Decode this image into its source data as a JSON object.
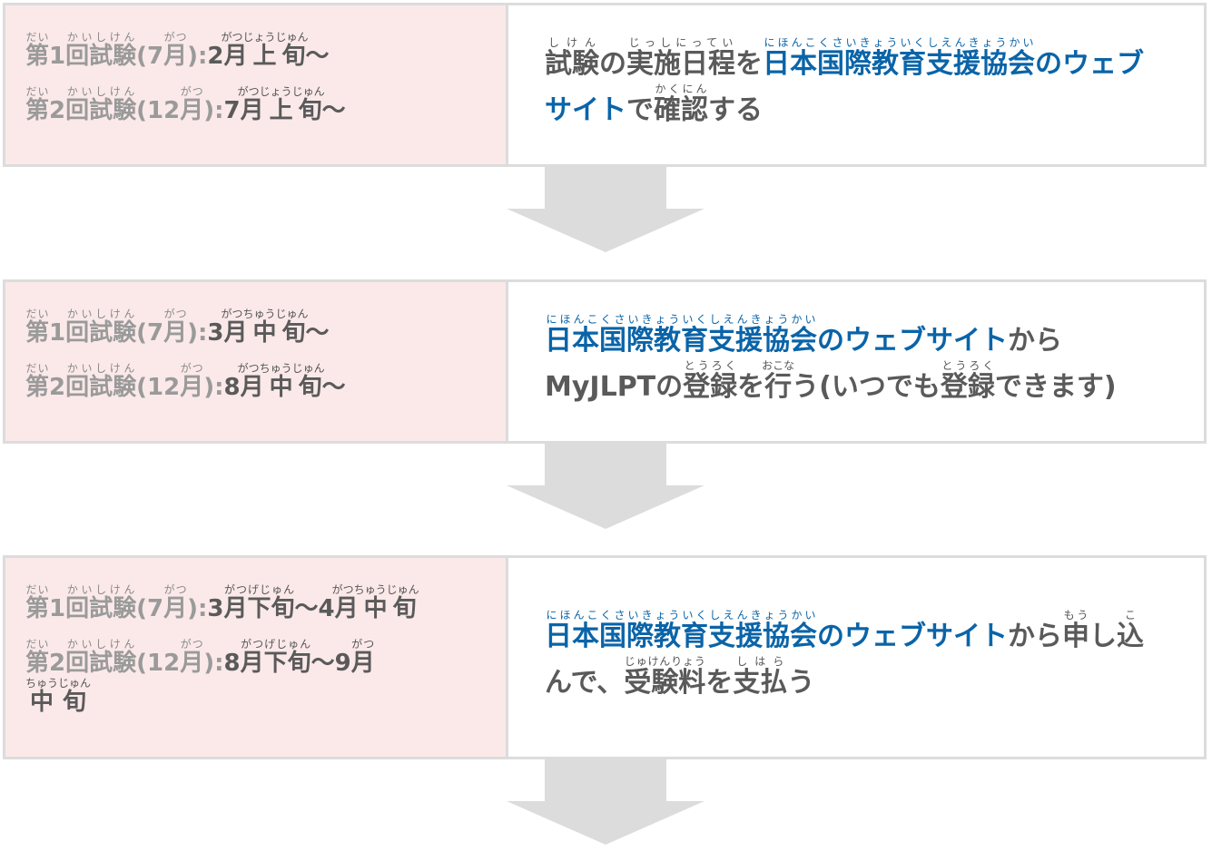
{
  "colors": {
    "left_bg": "#fbe9e9",
    "border": "#dcdcdc",
    "arrow": "#dcdcdc",
    "org_blue": "#0a64a8",
    "text_gray": "#5a5a5a",
    "label_gray": "#9a9a9a"
  },
  "steps": [
    {
      "schedule": [
        {
          "label_parts": [
            [
              "第",
              "だい"
            ],
            [
              "1",
              ""
            ],
            [
              "回試験",
              "かいしけん"
            ],
            [
              "(7",
              ""
            ],
            [
              "月",
              "がつ"
            ],
            [
              "):",
              ""
            ]
          ],
          "value_parts": [
            [
              "2",
              ""
            ],
            [
              "月上旬",
              "がつじょうじゅん"
            ],
            [
              "〜",
              ""
            ]
          ]
        },
        {
          "label_parts": [
            [
              "第",
              "だい"
            ],
            [
              "2",
              ""
            ],
            [
              "回試験",
              "かいしけん"
            ],
            [
              "(12",
              ""
            ],
            [
              "月",
              "がつ"
            ],
            [
              "):",
              ""
            ]
          ],
          "value_parts": [
            [
              "7",
              ""
            ],
            [
              "月上旬",
              "がつじょうじゅん"
            ],
            [
              "〜",
              ""
            ]
          ]
        }
      ],
      "instruction": {
        "pre": "試験の実施日程を",
        "pre_ruby": [
          [
            "試験",
            "しけん"
          ],
          [
            "の",
            ""
          ],
          [
            "実施日程",
            "じっしにってい"
          ],
          [
            "を",
            ""
          ]
        ],
        "org": "日本国際教育支援協会のウェブサイト",
        "org_rt": "にほんこくさいきょういくしえんきょうかい",
        "post_ruby": [
          [
            "で",
            ""
          ],
          [
            "確認",
            "かくにん"
          ],
          [
            "する",
            ""
          ]
        ]
      }
    },
    {
      "schedule": [
        {
          "label_parts": [
            [
              "第",
              "だい"
            ],
            [
              "1",
              ""
            ],
            [
              "回試験",
              "かいしけん"
            ],
            [
              "(7",
              ""
            ],
            [
              "月",
              "がつ"
            ],
            [
              "):",
              ""
            ]
          ],
          "value_parts": [
            [
              "3",
              ""
            ],
            [
              "月中旬",
              "がつちゅうじゅん"
            ],
            [
              "〜",
              ""
            ]
          ]
        },
        {
          "label_parts": [
            [
              "第",
              "だい"
            ],
            [
              "2",
              ""
            ],
            [
              "回試験",
              "かいしけん"
            ],
            [
              "(12",
              ""
            ],
            [
              "月",
              "がつ"
            ],
            [
              "):",
              ""
            ]
          ],
          "value_parts": [
            [
              "8",
              ""
            ],
            [
              "月中旬",
              "がつちゅうじゅん"
            ],
            [
              "〜",
              ""
            ]
          ]
        }
      ],
      "instruction": {
        "pre_ruby": [],
        "org": "日本国際教育支援協会のウェブサイト",
        "org_rt": "にほんこくさいきょういくしえんきょうかい",
        "post_ruby": [
          [
            "から",
            ""
          ],
          [
            "<br>",
            ""
          ],
          [
            "MyJLPTの",
            ""
          ],
          [
            "登録",
            "とうろく"
          ],
          [
            "を",
            ""
          ],
          [
            "行",
            "おこな"
          ],
          [
            "う(いつでも",
            ""
          ],
          [
            "登録",
            "とうろく"
          ],
          [
            "できます)",
            ""
          ]
        ]
      }
    },
    {
      "schedule": [
        {
          "label_parts": [
            [
              "第",
              "だい"
            ],
            [
              "1",
              ""
            ],
            [
              "回試験",
              "かいしけん"
            ],
            [
              "(7",
              ""
            ],
            [
              "月",
              "がつ"
            ],
            [
              "):",
              ""
            ]
          ],
          "value_parts": [
            [
              "3",
              ""
            ],
            [
              "月下旬",
              "がつげじゅん"
            ],
            [
              "〜4",
              ""
            ],
            [
              "月中旬",
              "がつちゅうじゅん"
            ]
          ]
        },
        {
          "label_parts": [
            [
              "第",
              "だい"
            ],
            [
              "2",
              ""
            ],
            [
              "回試験",
              "かいしけん"
            ],
            [
              "(12",
              ""
            ],
            [
              "月",
              "がつ"
            ],
            [
              "):",
              ""
            ]
          ],
          "value_parts": [
            [
              "8",
              ""
            ],
            [
              "月下旬",
              "がつげじゅん"
            ],
            [
              "〜9",
              ""
            ],
            [
              "月",
              "がつ"
            ],
            [
              "<br>",
              ""
            ],
            [
              "中旬",
              "ちゅうじゅん"
            ]
          ]
        }
      ],
      "instruction": {
        "pre_ruby": [],
        "org": "日本国際教育支援協会のウェブサイト",
        "org_rt": "にほんこくさいきょういくしえんきょうかい",
        "post_ruby": [
          [
            "から",
            ""
          ],
          [
            "申",
            "もう"
          ],
          [
            "し",
            ""
          ],
          [
            "込",
            "こ"
          ],
          [
            "<br>",
            ""
          ],
          [
            "んで、",
            ""
          ],
          [
            "受験料",
            "じゅけんりょう"
          ],
          [
            "を",
            ""
          ],
          [
            "支払",
            "しはら"
          ],
          [
            "う",
            ""
          ]
        ]
      }
    }
  ]
}
